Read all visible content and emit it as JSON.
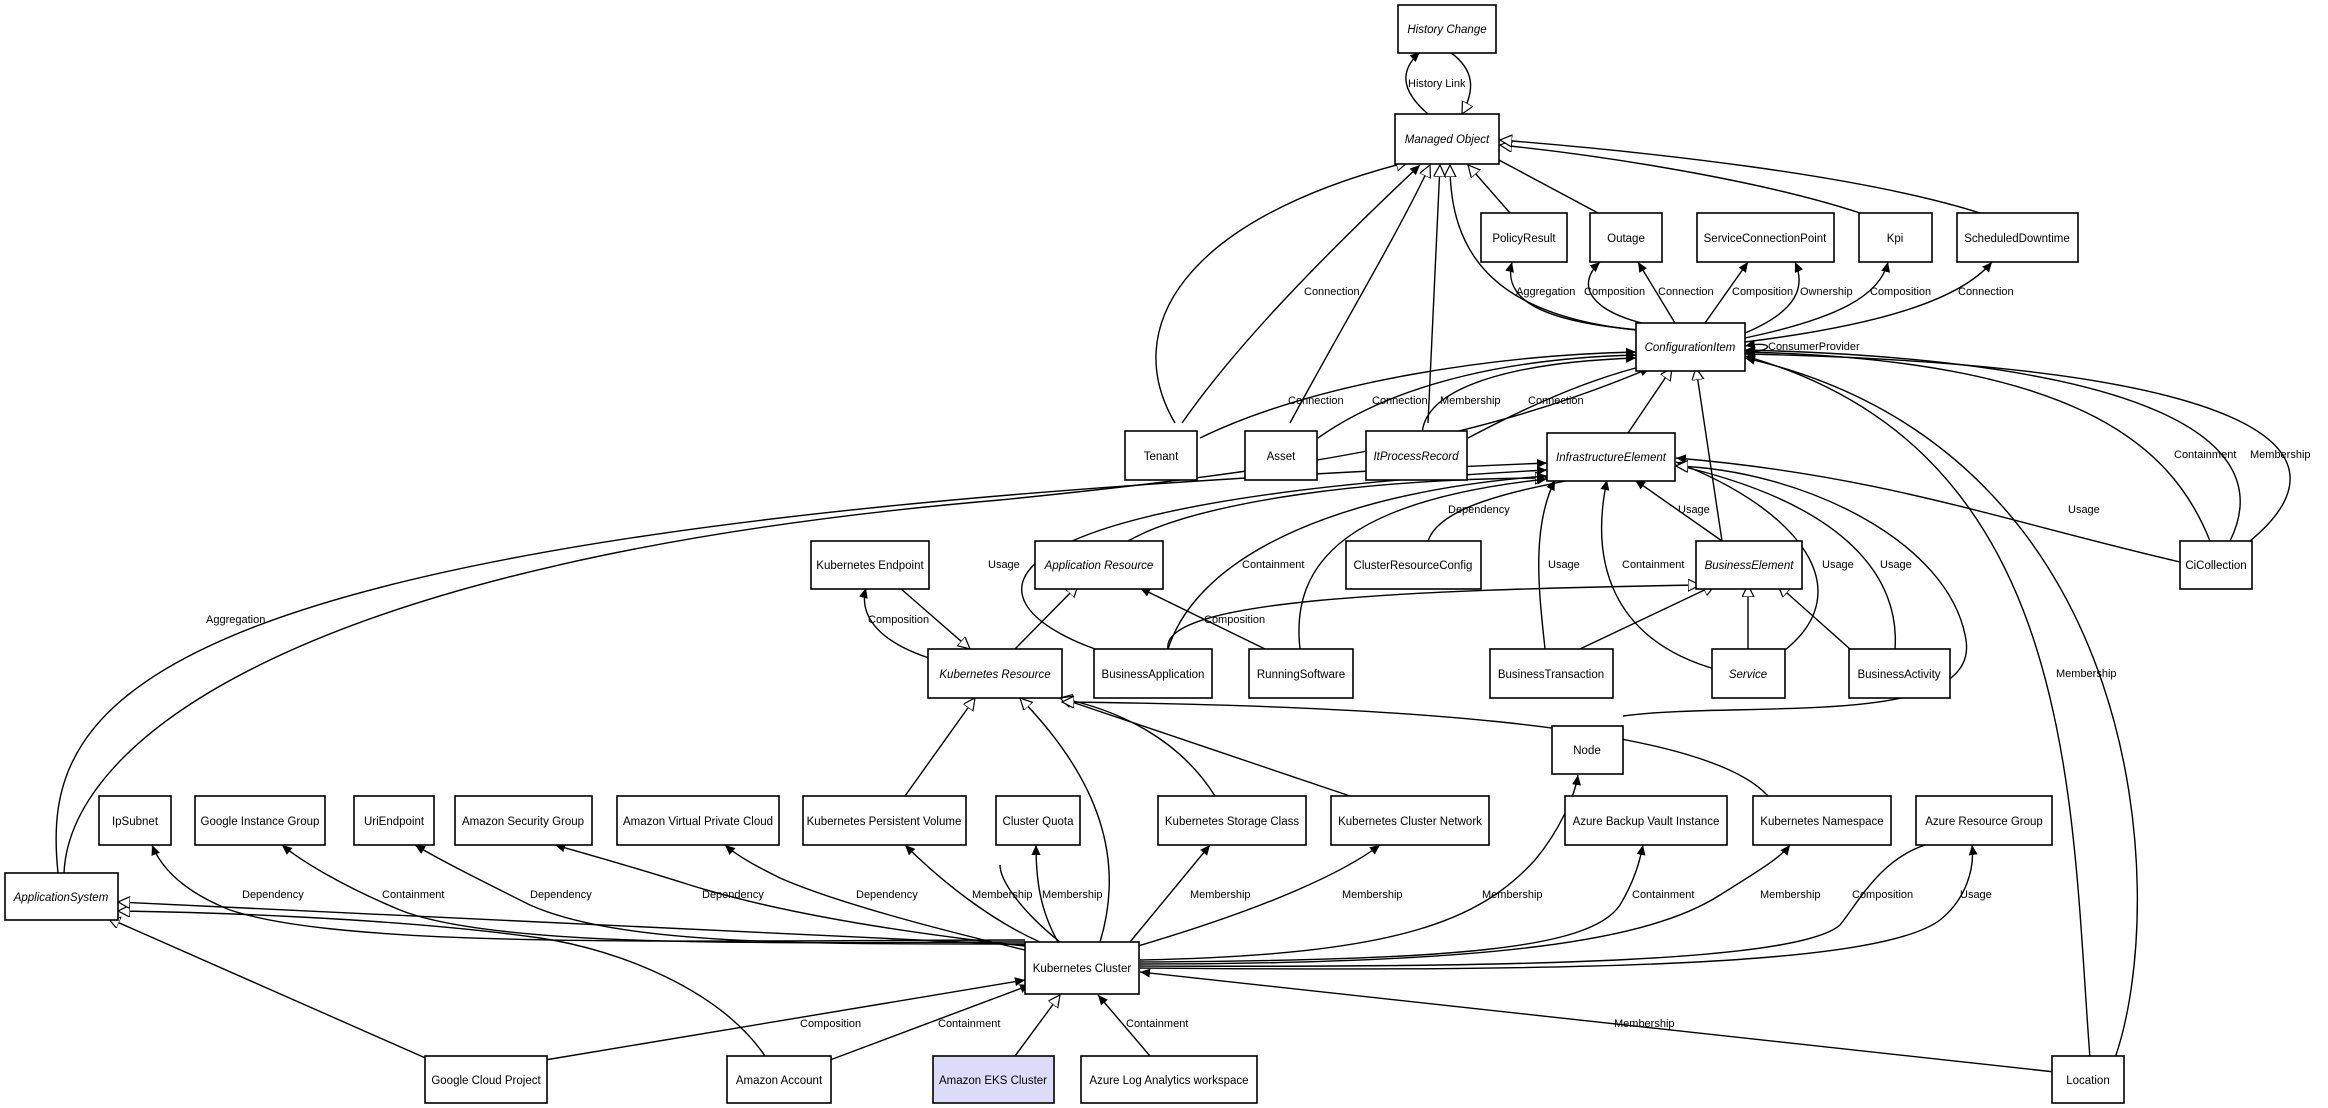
{
  "diagram": {
    "nodes": {
      "history_change": "History Change",
      "managed_object": "Managed Object",
      "policy_result": "PolicyResult",
      "outage": "Outage",
      "service_connection_point": "ServiceConnectionPoint",
      "kpi": "Kpi",
      "scheduled_downtime": "ScheduledDowntime",
      "configuration_item": "ConfigurationItem",
      "tenant": "Tenant",
      "asset": "Asset",
      "it_process_record": "ItProcessRecord",
      "infrastructure_element": "InfrastructureElement",
      "kubernetes_endpoint": "Kubernetes Endpoint",
      "application_resource": "Application Resource",
      "cluster_resource_config": "ClusterResourceConfig",
      "business_element": "BusinessElement",
      "ci_collection": "CiCollection",
      "kubernetes_resource": "Kubernetes Resource",
      "business_application": "BusinessApplication",
      "running_software": "RunningSoftware",
      "business_transaction": "BusinessTransaction",
      "service": "Service",
      "business_activity": "BusinessActivity",
      "node": "Node",
      "ip_subnet": "IpSubnet",
      "google_instance_group": "Google Instance Group",
      "uri_endpoint": "UriEndpoint",
      "amazon_security_group": "Amazon Security Group",
      "amazon_vpc": "Amazon Virtual Private Cloud",
      "kubernetes_persistent_volume": "Kubernetes Persistent Volume",
      "cluster_quota": "Cluster Quota",
      "kubernetes_storage_class": "Kubernetes Storage Class",
      "kubernetes_cluster_network": "Kubernetes Cluster Network",
      "azure_backup_vault_instance": "Azure Backup Vault Instance",
      "kubernetes_namespace": "Kubernetes Namespace",
      "azure_resource_group": "Azure Resource Group",
      "application_system": "ApplicationSystem",
      "kubernetes_cluster": "Kubernetes Cluster",
      "google_cloud_project": "Google Cloud Project",
      "amazon_account": "Amazon Account",
      "amazon_eks_cluster": "Amazon EKS Cluster",
      "azure_log_analytics_workspace": "Azure Log Analytics workspace",
      "location": "Location"
    },
    "edge_labels": {
      "history_link": "History Link",
      "aggregation_policy": "Aggregation",
      "composition_outage": "Composition",
      "connection_outage": "Connection",
      "composition_scp": "Composition",
      "ownership_scp": "Ownership",
      "composition_kpi": "Composition",
      "connection_sched": "Connection",
      "connection_tenant_mo": "Connection",
      "consumer_provider": "ConsumerProvider",
      "connection_tenant": "Connection",
      "connection_asset": "Connection",
      "membership_itpr": "Membership",
      "connection_itpr": "Connection",
      "dependency_crc": "Dependency",
      "usage_be": "Usage",
      "usage_cicoll": "Usage",
      "containment_cicoll": "Containment",
      "membership_cicoll": "Membership",
      "aggregation_appsys": "Aggregation",
      "usage_ba": "Usage",
      "containment_ba": "Containment",
      "composition_kep": "Composition",
      "composition_rs": "Composition",
      "usage_bt": "Usage",
      "containment_service": "Containment",
      "usage_service": "Usage",
      "usage_bact": "Usage",
      "membership_location": "Membership",
      "dependency_ipsubnet": "Dependency",
      "containment_gig": "Containment",
      "dependency_uri": "Dependency",
      "dependency_asg": "Dependency",
      "dependency_avpc": "Dependency",
      "membership_kpv": "Membership",
      "membership_quota": "Membership",
      "membership_ksc": "Membership",
      "membership_kcn": "Membership",
      "membership_node": "Membership",
      "containment_abvi": "Containment",
      "membership_kns": "Membership",
      "composition_arg": "Composition",
      "usage_arg": "Usage",
      "composition_gcp": "Composition",
      "containment_aa": "Containment",
      "containment_alaw": "Containment",
      "membership_loc_kc": "Membership"
    }
  }
}
